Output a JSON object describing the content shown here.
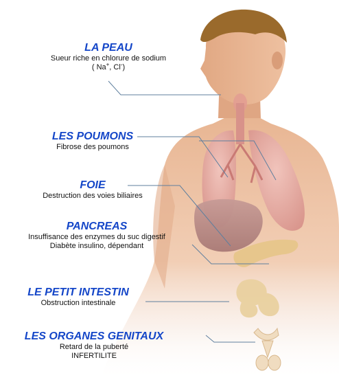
{
  "colors": {
    "title": "#1446c8",
    "text": "#111111",
    "skin": "#e8b592",
    "hair": "#9a6a2c",
    "lungs": "#e2a9a2",
    "liver": "#b98a86",
    "intestine": "#e7c98e",
    "leader": "#5f7f9e"
  },
  "labels": {
    "peau": {
      "title": "LA PEAU",
      "line1": "Sueur riche en chlorure de sodium",
      "line2_open": "( Na",
      "line2_sup1": "+",
      "line2_mid": ", Cl",
      "line2_sup2": "-",
      "line2_close": ")"
    },
    "poumons": {
      "title": "LES POUMONS",
      "line1": "Fibrose des poumons"
    },
    "foie": {
      "title": "FOIE",
      "line1": "Destruction des voies biliaires"
    },
    "pancreas": {
      "title": "PANCREAS",
      "line1": "Insuffisance des enzymes du suc digestif",
      "line2": "Diabète insulino, dépendant"
    },
    "intestin": {
      "title": "LE PETIT INTESTIN",
      "line1": "Obstruction intestinale"
    },
    "genitaux": {
      "title": "LES ORGANES GENITAUX",
      "line1": "Retard de la puberté",
      "line2": "INFERTILITE"
    }
  }
}
